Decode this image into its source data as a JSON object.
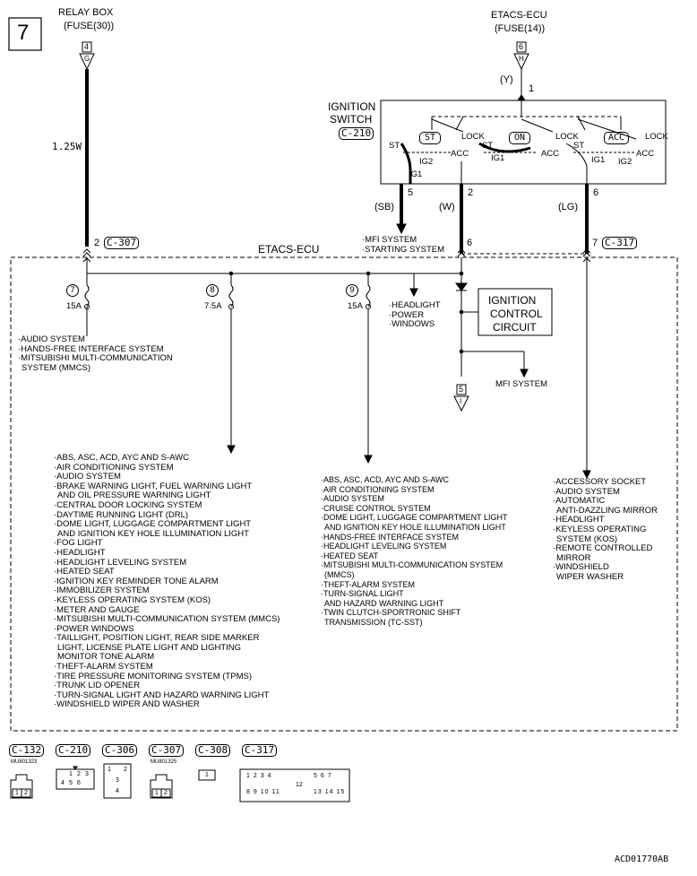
{
  "page_number": "7",
  "relay_box": {
    "title": "RELAY BOX",
    "fuse": "(FUSE(30))",
    "terminal": "4",
    "pin": "G"
  },
  "etacs_top": {
    "title": "ETACS-ECU",
    "fuse": "(FUSE(14))",
    "terminal": "6",
    "pin": "H"
  },
  "wire_125w": "1.25W",
  "wire_y": "(Y)",
  "pin_1": "1",
  "ignition_switch": {
    "title1": "IGNITION",
    "title2": "SWITCH",
    "connector": "C-210",
    "positions": [
      "ST",
      "ON",
      "ACC"
    ],
    "lock": "LOCK",
    "acc": "ACC",
    "st": "ST",
    "ig1": "IG1",
    "ig2": "IG2"
  },
  "switch_pins": {
    "p5": "5",
    "p2": "2",
    "p6": "6"
  },
  "wire_colors": {
    "sb": "(SB)",
    "w": "(W)",
    "lg": "(LG)"
  },
  "etacs_ecu": {
    "title": "ETACS-ECU",
    "pin_left": "2",
    "conn_left": "C-307",
    "pin_mid": "6",
    "pin_right": "7",
    "conn_right": "C-317",
    "mfi_system": "MFI SYSTEM",
    "starting_system": "STARTING SYSTEM"
  },
  "fuses": [
    {
      "num": "7",
      "rating": "15A"
    },
    {
      "num": "8",
      "rating": "7.5A"
    },
    {
      "num": "9",
      "rating": "15A"
    }
  ],
  "headlight_out": [
    "HEADLIGHT",
    "POWER",
    "WINDOWS"
  ],
  "ignition_control": [
    "IGNITION",
    "CONTROL",
    "CIRCUIT"
  ],
  "mfi_out": "MFI SYSTEM",
  "out_terminal": {
    "num": "5",
    "pin": "I"
  },
  "fuse7_systems": [
    "AUDIO SYSTEM",
    "HANDS-FREE INTERFACE SYSTEM",
    "MITSUBISHI MULTI-COMMUNICATION",
    "SYSTEM (MMCS)"
  ],
  "fuse8_systems": [
    "ABS, ASC, ACD, AYC AND S-AWC",
    "AIR CONDITIONING SYSTEM",
    "AUDIO SYSTEM",
    "BRAKE WARNING LIGHT, FUEL WARNING LIGHT",
    "AND OIL PRESSURE WARNING LIGHT",
    "CENTRAL DOOR LOCKING SYSTEM",
    "DAYTIME RUNNING LIGHT (DRL)",
    "DOME LIGHT, LUGGAGE COMPARTMENT LIGHT",
    "AND IGNITION KEY HOLE ILLUMINATION LIGHT",
    "FOG LIGHT",
    "HEADLIGHT",
    "HEADLIGHT LEVELING SYSTEM",
    "HEATED SEAT",
    "IGNITION KEY REMINDER TONE ALARM",
    "IMMOBILIZER SYSTEM",
    "KEYLESS OPERATING SYSTEM (KOS)",
    "METER AND GAUGE",
    "MITSUBISHI MULTI-COMMUNICATION SYSTEM (MMCS)",
    "POWER WINDOWS",
    "TAILLIGHT, POSITION LIGHT, REAR SIDE MARKER",
    "LIGHT, LICENSE PLATE LIGHT AND LIGHTING",
    "MONITOR TONE ALARM",
    "THEFT-ALARM SYSTEM",
    "TIRE PRESSURE MONITORING SYSTEM (TPMS)",
    "TRUNK LID OPENER",
    "TURN-SIGNAL LIGHT AND HAZARD WARNING LIGHT",
    "WINDSHIELD WIPER AND WASHER"
  ],
  "fuse9_systems": [
    "ABS, ASC, ACD, AYC AND S-AWC",
    "AIR CONDITIONING SYSTEM",
    "AUDIO SYSTEM",
    "CRUISE CONTROL SYSTEM",
    "DOME LIGHT, LUGGAGE COMPARTMENT LIGHT",
    "AND IGNITION KEY HOLE ILLUMINATION LIGHT",
    "HANDS-FREE INTERFACE SYSTEM",
    "HEADLIGHT LEVELING SYSTEM",
    "HEATED SEAT",
    "MITSUBISHI MULTI-COMMUNICATION SYSTEM",
    "(MMCS)",
    "THEFT-ALARM SYSTEM",
    "TURN-SIGNAL LIGHT",
    "AND HAZARD WARNING LIGHT",
    "TWIN CLUTCH-SPORTRONIC SHIFT",
    "TRANSMISSION (TC-SST)"
  ],
  "acc_systems": [
    "ACCESSORY SOCKET",
    "AUDIO SYSTEM",
    "AUTOMATIC",
    "ANTI-DAZZLING MIRROR",
    "HEADLIGHT",
    "KEYLESS OPERATING",
    "SYSTEM (KOS)",
    "REMOTE CONTROLLED",
    "MIRROR",
    "WINDSHIELD",
    "WIPER WASHER"
  ],
  "connectors": [
    {
      "name": "C-132",
      "part": "MU801323"
    },
    {
      "name": "C-210",
      "part": ""
    },
    {
      "name": "C-306",
      "part": ""
    },
    {
      "name": "C-307",
      "part": "MU801325"
    },
    {
      "name": "C-308",
      "part": ""
    },
    {
      "name": "C-317",
      "part": ""
    }
  ],
  "connector_pins": {
    "c132": [
      "1",
      "2"
    ],
    "c210": [
      "1",
      "2",
      "3",
      "4",
      "5",
      "6"
    ],
    "c306": [
      "1",
      "2",
      "3",
      "4"
    ],
    "c307": [
      "1",
      "2"
    ],
    "c308": [
      "1"
    ],
    "c317_top": [
      "1",
      "2",
      "3",
      "4",
      "5",
      "6",
      "7"
    ],
    "c317_bottom": [
      "8",
      "9",
      "10",
      "11",
      "12",
      "13",
      "14",
      "15"
    ]
  },
  "diagram_code": "ACD01770AB"
}
